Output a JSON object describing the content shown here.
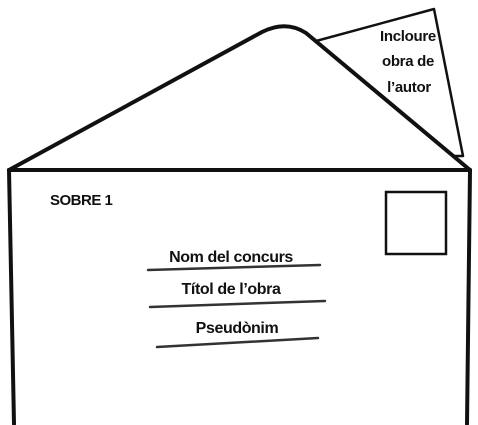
{
  "envelope": {
    "sobre_label": "SOBRE 1",
    "fields": [
      {
        "label": "Nom del concurs"
      },
      {
        "label": "Títol de l’obra"
      },
      {
        "label": "Pseudònim"
      }
    ],
    "inserted_card": {
      "lines": [
        "Incloure",
        "obra de",
        "l’autor"
      ]
    }
  },
  "colors": {
    "stroke": "#111111",
    "background": "#ffffff"
  }
}
